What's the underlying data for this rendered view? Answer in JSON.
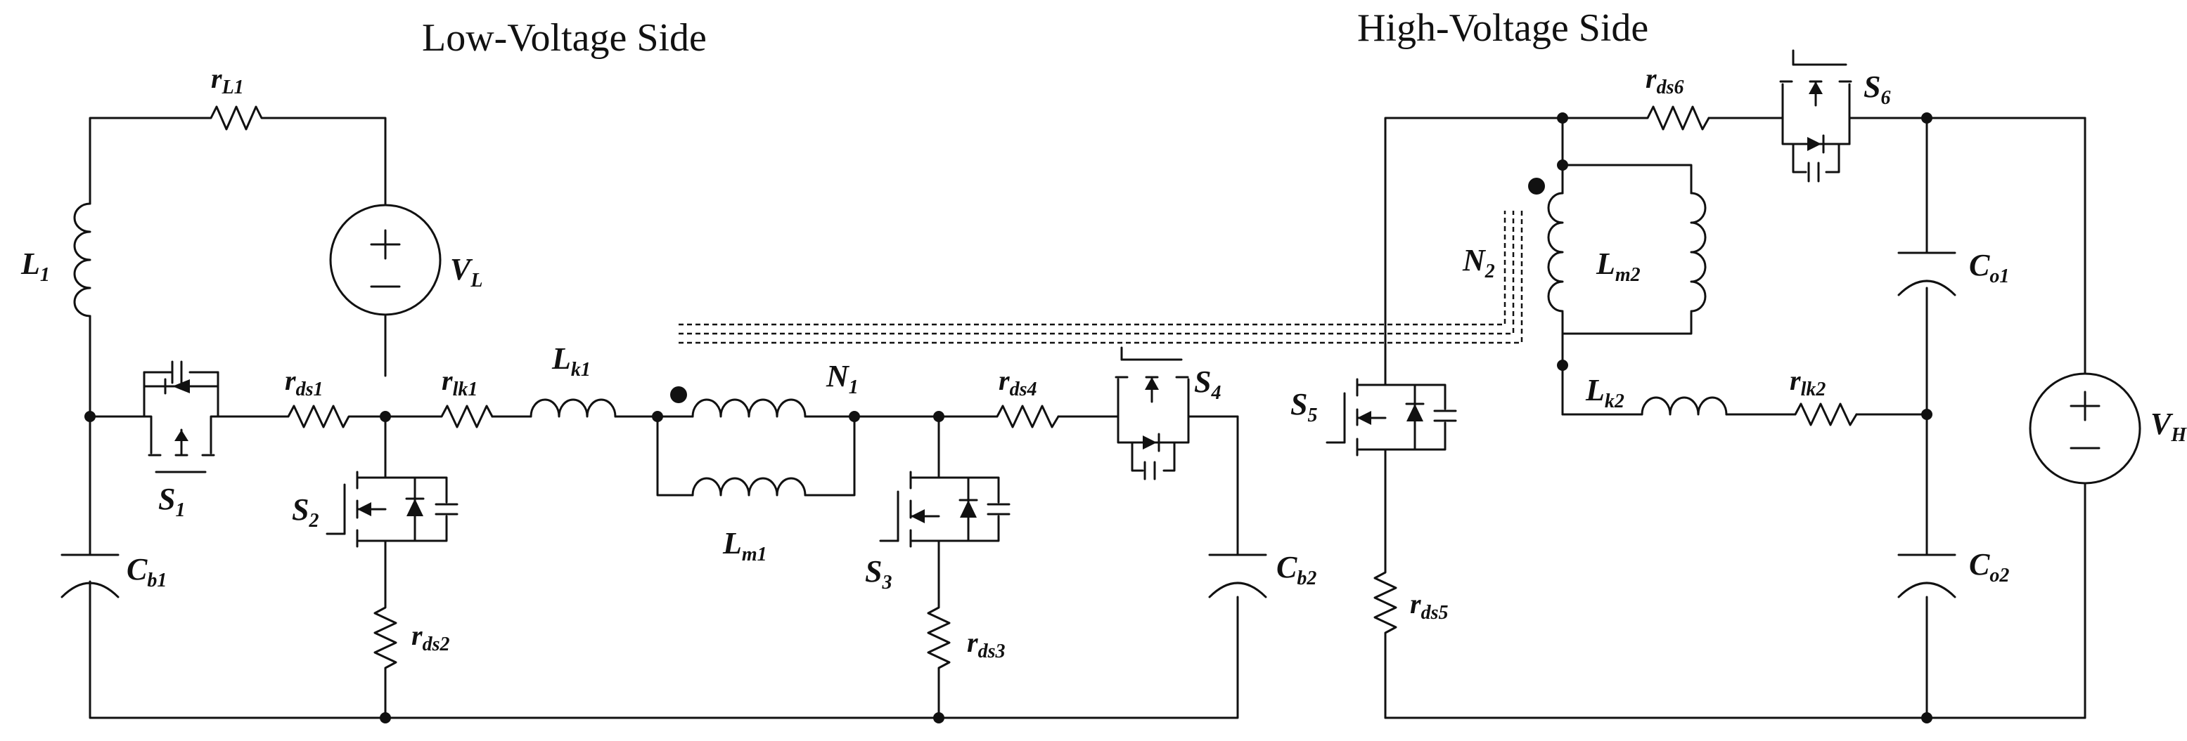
{
  "titles": {
    "low": "Low-Voltage Side",
    "high": "High-Voltage Side"
  },
  "labels": {
    "rL1": {
      "main": "r",
      "sub": "L1"
    },
    "L1": {
      "main": "L",
      "sub": "1"
    },
    "VL": {
      "main": "V",
      "sub": "L"
    },
    "rds1": {
      "main": "r",
      "sub": "ds1"
    },
    "S1": {
      "main": "S",
      "sub": "1"
    },
    "S2": {
      "main": "S",
      "sub": "2"
    },
    "rlk1": {
      "main": "r",
      "sub": "lk1"
    },
    "Lk1": {
      "main": "L",
      "sub": "k1"
    },
    "N1": {
      "main": "N",
      "sub": "1"
    },
    "Lm1": {
      "main": "L",
      "sub": "m1"
    },
    "rds4": {
      "main": "r",
      "sub": "ds4"
    },
    "S4": {
      "main": "S",
      "sub": "4"
    },
    "S3": {
      "main": "S",
      "sub": "3"
    },
    "rds3": {
      "main": "r",
      "sub": "ds3"
    },
    "rds2": {
      "main": "r",
      "sub": "ds2"
    },
    "Cb1": {
      "main": "C",
      "sub": "b1"
    },
    "Cb2": {
      "main": "C",
      "sub": "b2"
    },
    "S5": {
      "main": "S",
      "sub": "5"
    },
    "rds5": {
      "main": "r",
      "sub": "ds5"
    },
    "rds6": {
      "main": "r",
      "sub": "ds6"
    },
    "S6": {
      "main": "S",
      "sub": "6"
    },
    "N2": {
      "main": "N",
      "sub": "2"
    },
    "Lm2": {
      "main": "L",
      "sub": "m2"
    },
    "Co1": {
      "main": "C",
      "sub": "o1"
    },
    "Co2": {
      "main": "C",
      "sub": "o2"
    },
    "Lk2": {
      "main": "L",
      "sub": "k2"
    },
    "rlk2": {
      "main": "r",
      "sub": "lk2"
    },
    "VH": {
      "main": "V",
      "sub": "H"
    }
  }
}
